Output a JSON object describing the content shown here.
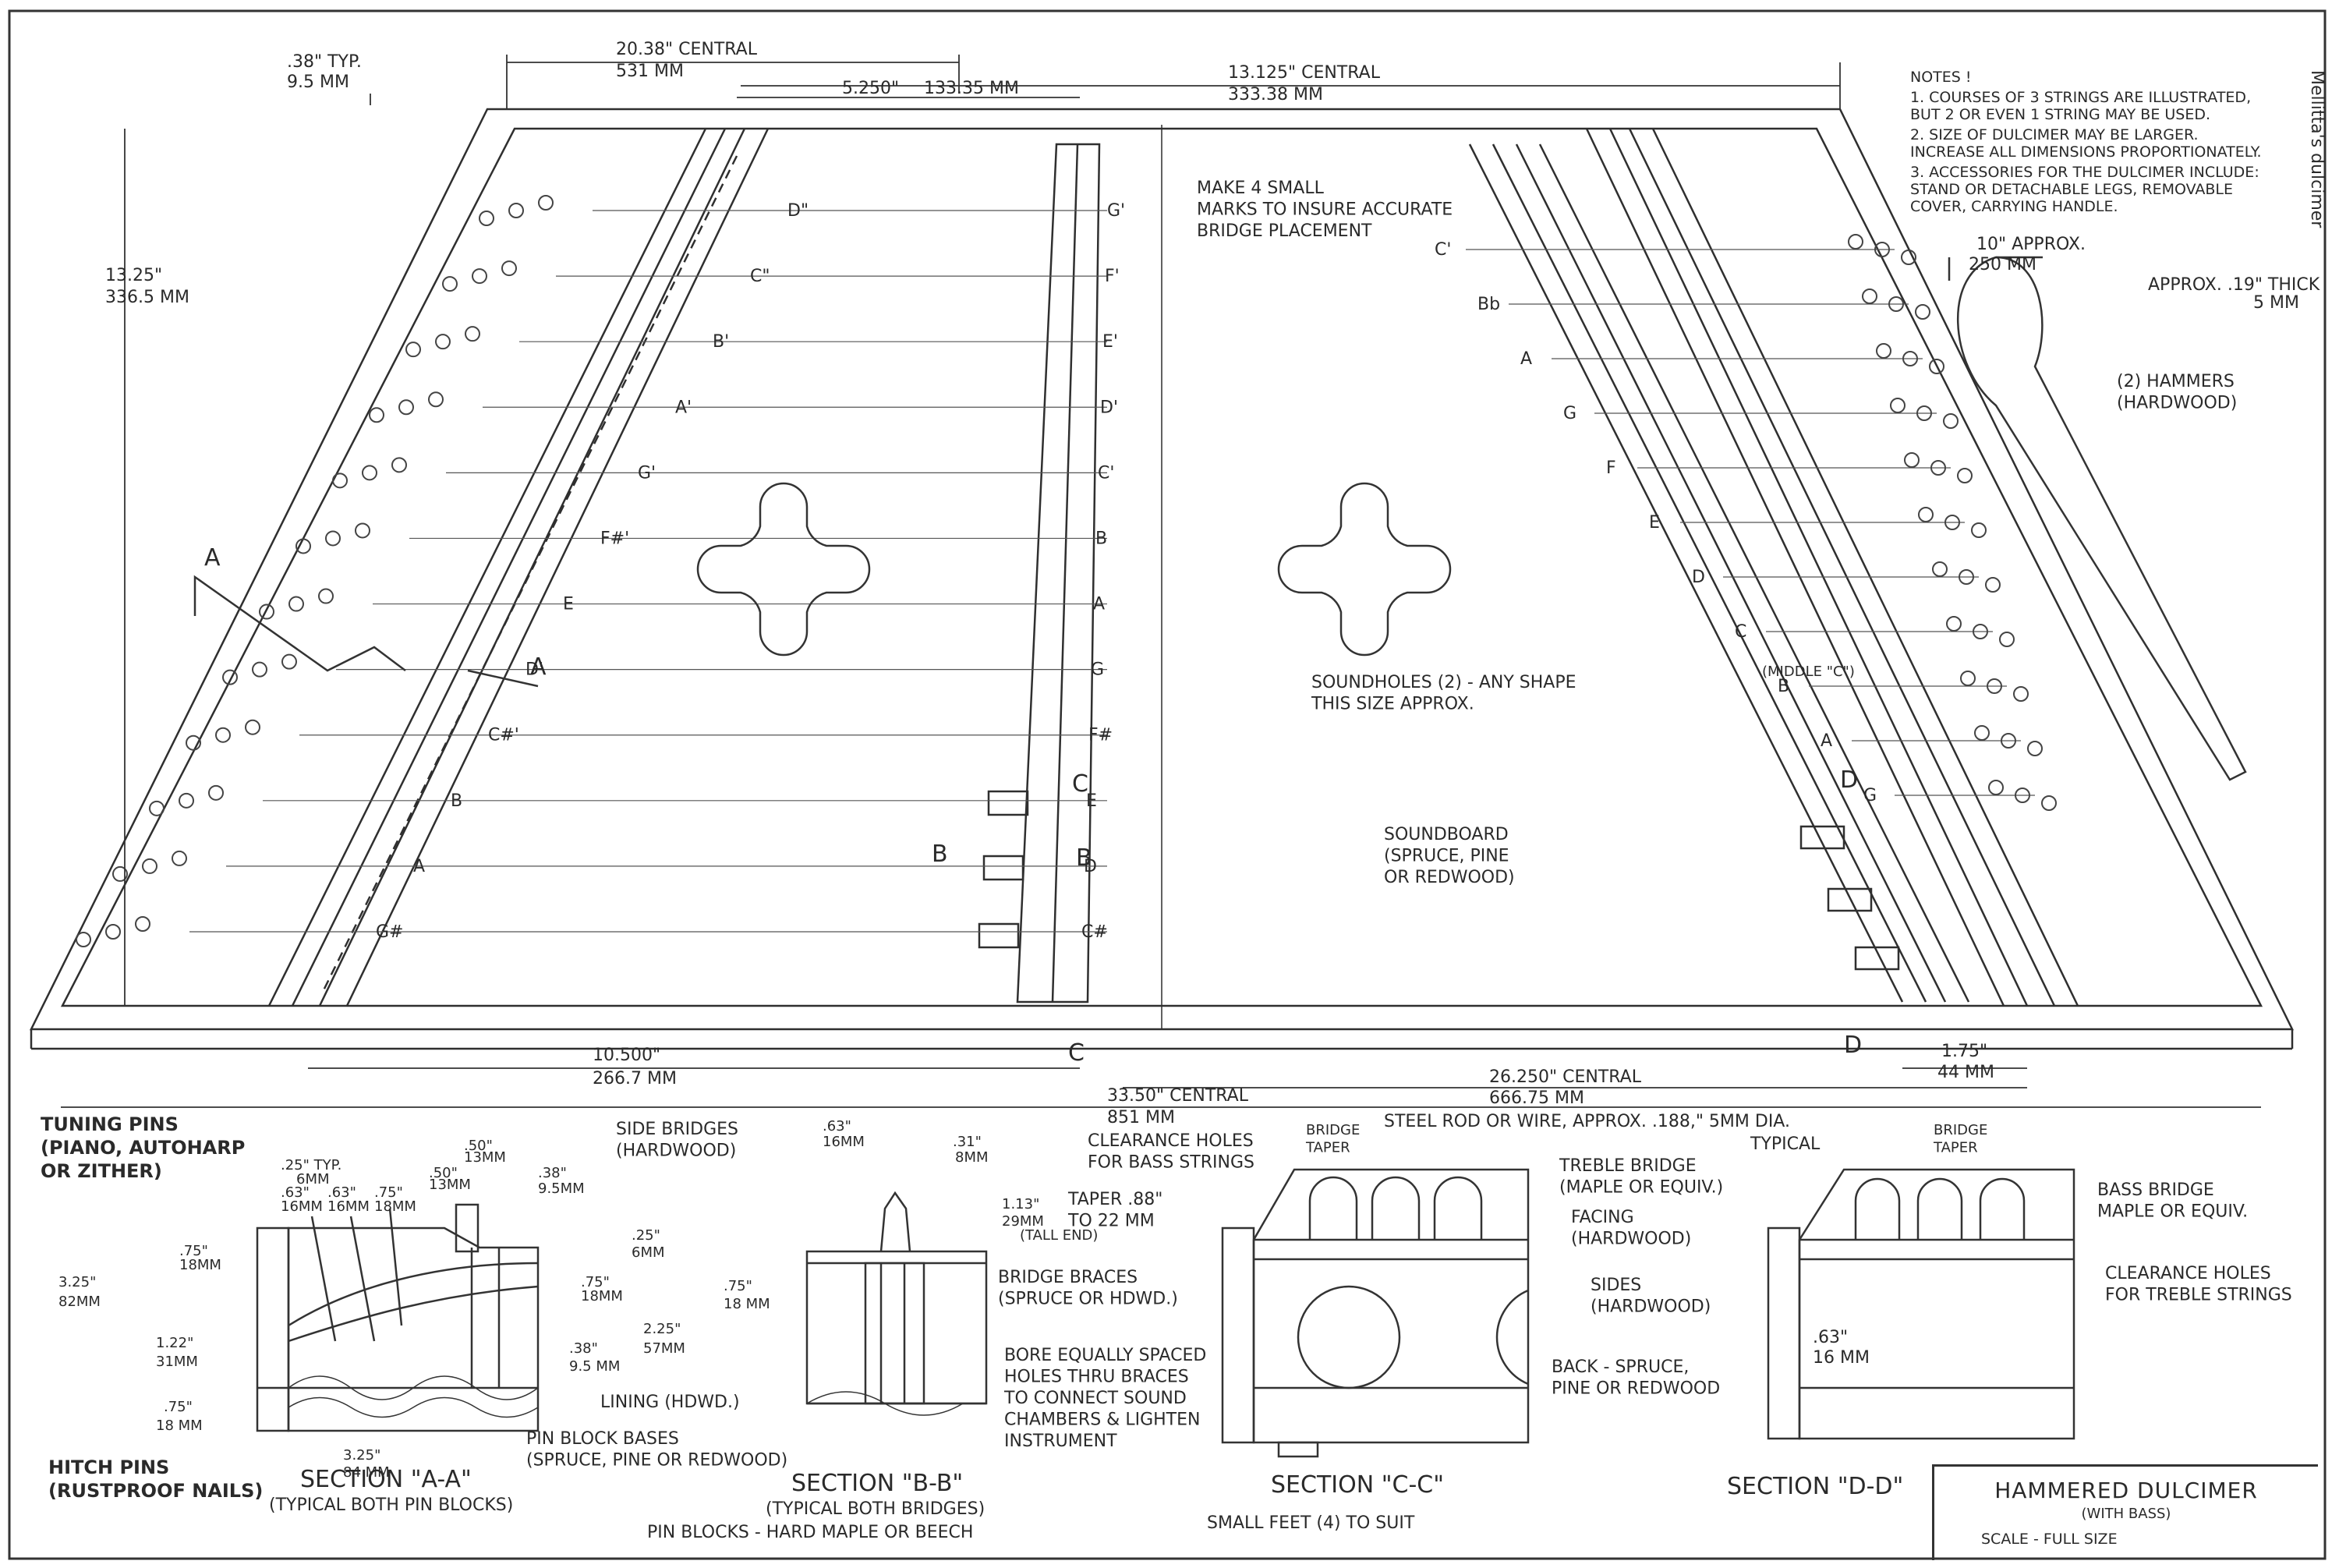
{
  "notes": {
    "heading": "NOTES !",
    "items": [
      "1. COURSES OF 3 STRINGS ARE ILLUSTRATED, BUT 2 OR EVEN 1 STRING MAY BE USED.",
      "2. SIZE OF DULCIMER MAY BE LARGER. INCREASE ALL DIMENSIONS PROPORTIONATELY.",
      "3. ACCESSORIES FOR THE DULCIMER INCLUDE: STAND OR DETACHABLE LEGS, REMOVABLE COVER, CARRYING HANDLE."
    ]
  },
  "top_dims": {
    "typ": ".38\" TYP.",
    "typ_mm": "9.5 MM",
    "central1": "20.38\" CENTRAL",
    "central1_mm": "531 MM",
    "central2": "13.125\" CENTRAL",
    "central2_mm": "333.38 MM",
    "bridge_gap": "5.250\"",
    "bridge_gap_mm": "133.35 MM",
    "height": "13.25\"",
    "height_mm": "336.5 MM"
  },
  "bottom_dims": {
    "left": "10.500\"",
    "left_mm": "266.7 MM",
    "central": "26.250\" CENTRAL",
    "central_mm": "666.75 MM",
    "overall": "33.50\" CENTRAL",
    "overall_mm": "851 MM",
    "right": "1.75\"",
    "right_mm": "44 MM"
  },
  "treble_left_notes": [
    "D\"",
    "C\"",
    "B'",
    "A'",
    "G'",
    "F#'",
    "E",
    "D'",
    "C#'",
    "B",
    "A",
    "G#"
  ],
  "treble_right_notes": [
    "G'",
    "F'",
    "E'",
    "D'",
    "C'",
    "B",
    "A",
    "G",
    "F#",
    "E",
    "D",
    "C#"
  ],
  "bass_notes": [
    "C'",
    "Bb",
    "A",
    "G",
    "F",
    "E",
    "D",
    "C",
    "(MIDDLE \"C\")",
    "B",
    "A",
    "G"
  ],
  "annotations": {
    "marks": "MAKE 4 SMALL\nMARKS TO INSURE ACCURATE\nBRIDGE PLACEMENT",
    "soundholes": "SOUNDHOLES (2) - ANY SHAPE\nTHIS SIZE APPROX.",
    "soundboard": "SOUNDBOARD\n(SPRUCE, PINE\nOR REDWOOD)",
    "hammer_len": "10\" APPROX.",
    "hammer_len_mm": "250 MM",
    "hammer_thick": "APPROX.  .19\"  THICK",
    "hammer_thick_mm": "5 MM",
    "hammers": "(2) HAMMERS\n(HARDWOOD)"
  },
  "section_markers": {
    "a": "A",
    "b": "B",
    "c": "C",
    "d": "D"
  },
  "section_aa": {
    "title": "SECTION \"A-A\"",
    "subtitle": "(TYPICAL BOTH PIN BLOCKS)",
    "tuning_pins": "TUNING PINS\n(PIANO, AUTOHARP\nOR ZITHER)",
    "side_bridges": "SIDE BRIDGES\n(HARDWOOD)",
    "hitch_pins": "HITCH PINS\n(RUSTPROOF NAILS)",
    "pin_block_bases": "PIN BLOCK BASES\n(SPRUCE, PINE OR REDWOOD)",
    "pin_blocks": "PIN BLOCKS - HARD MAPLE OR BEECH",
    "lining": "LINING (HDWD.)",
    "dims": [
      ".25\" TYP.",
      "6MM",
      ".63\"",
      "16MM",
      ".63\"",
      "16MM",
      ".75\"",
      "18MM",
      ".50\"",
      "13MM",
      ".50\"",
      "13MM",
      ".38\"",
      "9.5MM",
      ".25\"",
      "6MM",
      ".75\"",
      "18MM",
      "3.25\"",
      "82MM",
      ".75\"",
      "18MM",
      "1.22\"",
      "31MM",
      ".75\"",
      "18 MM",
      "2.25\"",
      "57MM",
      ".38\"",
      "9.5 MM",
      "3.25\"",
      "84 MM"
    ]
  },
  "section_bb": {
    "title": "SECTION \"B-B\"",
    "subtitle": "(TYPICAL BOTH BRIDGES)",
    "clearance": "CLEARANCE HOLES\nFOR BASS STRINGS",
    "taper": "TAPER .88\"\nTO 22 MM",
    "tall_end": "(TALL END)",
    "braces": "BRIDGE BRACES\n(SPRUCE OR HDWD.)",
    "bore": "BORE EQUALLY SPACED\nHOLES THRU BRACES\nTO CONNECT SOUND\nCHAMBERS & LIGHTEN\nINSTRUMENT",
    "dims": [
      ".63\"",
      "16MM",
      ".31\"",
      "8MM",
      "1.13\"",
      "29MM",
      ".75\"",
      "18 MM"
    ]
  },
  "section_cc": {
    "title": "SECTION \"C-C\"",
    "bridge_taper": "BRIDGE\nTAPER",
    "steel_rod": "STEEL ROD OR WIRE, APPROX. .188,\" 5MM DIA.",
    "typical": "TYPICAL",
    "treble_bridge": "TREBLE BRIDGE\n(MAPLE OR EQUIV.)",
    "facing": "FACING\n(HARDWOOD)",
    "sides": "SIDES\n(HARDWOOD)",
    "back": "BACK - SPRUCE,\nPINE OR REDWOOD",
    "feet": "SMALL FEET (4) TO SUIT"
  },
  "section_dd": {
    "title": "SECTION \"D-D\"",
    "bridge_taper": "BRIDGE\nTAPER",
    "bass_bridge": "BASS BRIDGE\nMAPLE OR EQUIV.",
    "clearance": "CLEARANCE HOLES\nFOR TREBLE STRINGS",
    "dim": ".63\"",
    "dim_mm": "16 MM"
  },
  "title_block": {
    "title": "HAMMERED DULCIMER",
    "subtitle": "(WITH BASS)",
    "scale": "SCALE - FULL SIZE"
  },
  "margin_handwriting": "Mellitta's dulcimer"
}
